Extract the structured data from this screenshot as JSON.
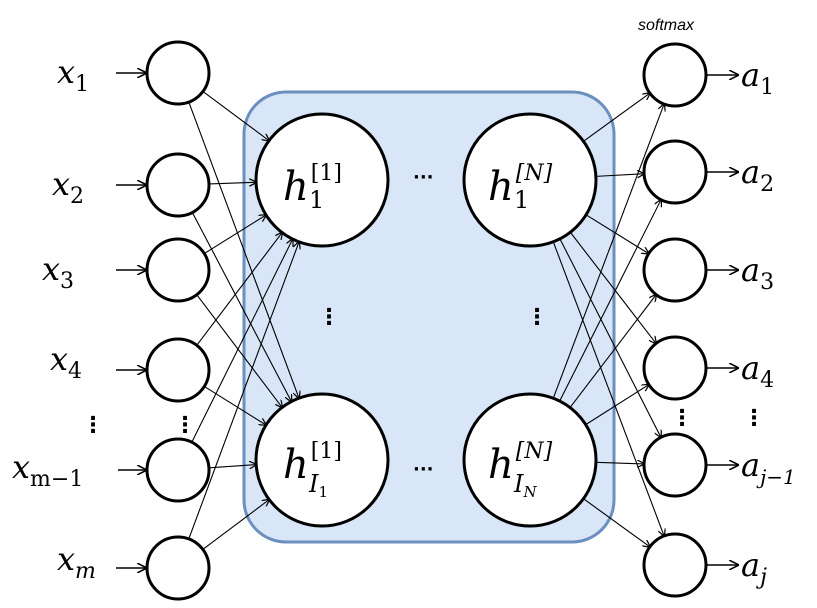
{
  "output_activation": "softmax",
  "inputs": [
    {
      "base": "x",
      "sub": "1"
    },
    {
      "base": "x",
      "sub": "2"
    },
    {
      "base": "x",
      "sub": "3"
    },
    {
      "base": "x",
      "sub": "4"
    },
    {
      "base": "x",
      "sub": "m−1"
    },
    {
      "base": "x",
      "sub": "m"
    }
  ],
  "hidden": [
    {
      "base": "h",
      "sup": "[1]",
      "sub": "1"
    },
    {
      "base": "h",
      "sup": "[N]",
      "sub": "1"
    },
    {
      "base": "h",
      "sup": "[1]",
      "sub": "I",
      "subsub": "1"
    },
    {
      "base": "h",
      "sup": "[N]",
      "sub": "I",
      "subsub": "N"
    }
  ],
  "outputs": [
    {
      "base": "a",
      "sub": "1"
    },
    {
      "base": "a",
      "sub": "2"
    },
    {
      "base": "a",
      "sub": "3"
    },
    {
      "base": "a",
      "sub": "4"
    },
    {
      "base": "a",
      "sub": "j−1"
    },
    {
      "base": "a",
      "sub": "j"
    }
  ],
  "ellipsis_horizontal": "···",
  "ellipsis_vertical": "⋮"
}
